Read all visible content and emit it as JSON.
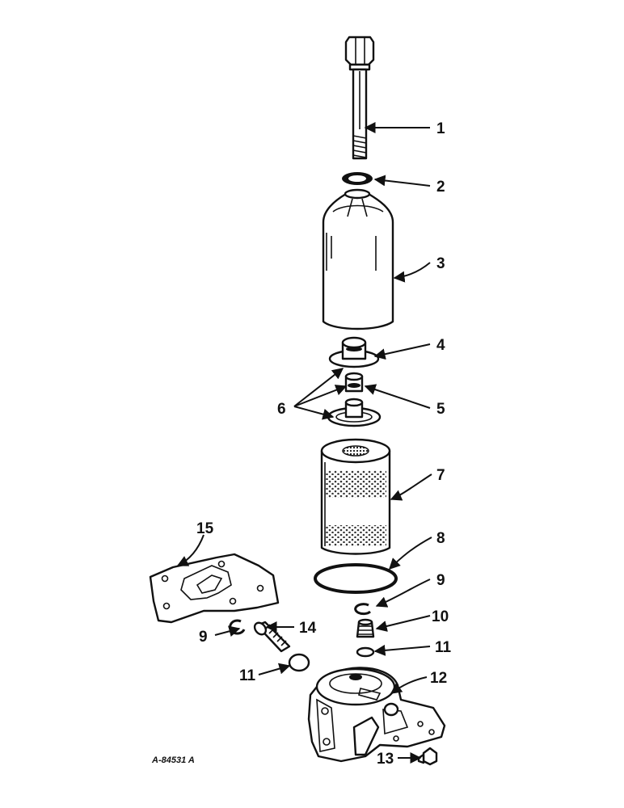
{
  "figure": {
    "reference_code": "A-84531 A",
    "callouts": [
      "1",
      "2",
      "3",
      "4",
      "5",
      "6",
      "7",
      "8",
      "9",
      "9",
      "10",
      "11",
      "11",
      "12",
      "13",
      "14",
      "15"
    ]
  },
  "colors": {
    "ink": "#111111",
    "paper": "#ffffff"
  }
}
